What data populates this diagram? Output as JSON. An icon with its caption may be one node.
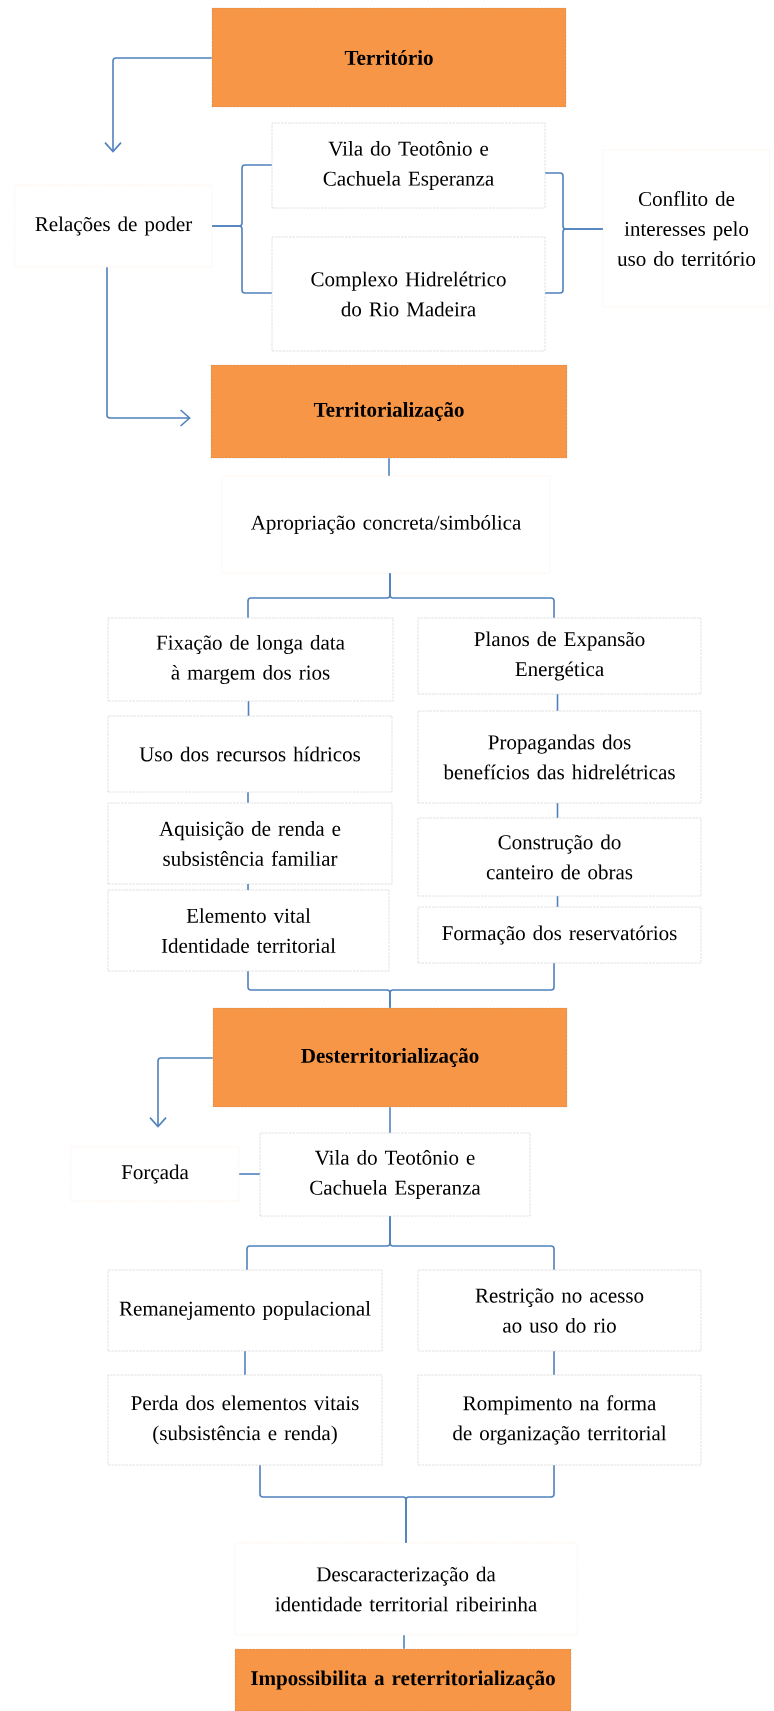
{
  "diagram": {
    "nodes": [
      {
        "text": [
          "Território"
        ]
      },
      {
        "text": [
          "Relações de poder"
        ]
      },
      {
        "text": [
          "Vila do Teotônio e Cachuela Esperanza"
        ]
      },
      {
        "text": [
          "Complexo Hidrelétrico do Rio Madeira"
        ]
      },
      {
        "text": [
          "Conflito de interesses pelo uso do território"
        ]
      },
      {
        "text": [
          "Territorialização"
        ]
      },
      {
        "text": [
          "Apropriação concreta/simbólica"
        ]
      },
      {
        "text": [
          "Fixação de longa data à margem dos rios"
        ]
      },
      {
        "text": [
          "Uso dos recursos hídricos"
        ]
      },
      {
        "text": [
          "Aquisição de renda e subsistência familiar"
        ]
      },
      {
        "text": [
          "Elemento vital Identidade territorial"
        ]
      },
      {
        "text": [
          "Planos de Expansão Energética"
        ]
      },
      {
        "text": [
          "Propagandas dos benefícios das hidrelétricas"
        ]
      },
      {
        "text": [
          "Construção do canteiro de obras"
        ]
      },
      {
        "text": [
          "Formação dos reservatórios"
        ]
      },
      {
        "text": [
          "Desterritorialização"
        ]
      },
      {
        "text": [
          "Forçada"
        ]
      },
      {
        "text": [
          "Vila do Teotônio e Cachuela Esperanza"
        ]
      },
      {
        "text": [
          "Remanejamento populacional"
        ]
      },
      {
        "text": [
          "Restrição no acesso ao uso do rio"
        ]
      },
      {
        "text": [
          "Perda dos elementos vitais (subsistência e renda)"
        ]
      },
      {
        "text": [
          "Rompimento na forma de organização territorial"
        ]
      },
      {
        "text": [
          "Descaracterização da identidade territorial ribeirinha"
        ]
      },
      {
        "text": [
          "Impossibilita a reterritorialização"
        ]
      }
    ],
    "edges": [
      {
        "from": 0,
        "to": 1,
        "arrow": "to"
      },
      {
        "from": 1,
        "to": 2,
        "arrow": "none"
      },
      {
        "from": 1,
        "to": 3,
        "arrow": "none"
      },
      {
        "from": 2,
        "to": 4,
        "arrow": "none"
      },
      {
        "from": 3,
        "to": 4,
        "arrow": "none"
      },
      {
        "from": 1,
        "to": 5,
        "arrow": "to"
      },
      {
        "from": 5,
        "to": 6,
        "arrow": "none"
      },
      {
        "from": 6,
        "to": 7,
        "arrow": "none"
      },
      {
        "from": 6,
        "to": 11,
        "arrow": "none"
      },
      {
        "from": 7,
        "to": 8,
        "arrow": "none"
      },
      {
        "from": 8,
        "to": 9,
        "arrow": "none"
      },
      {
        "from": 9,
        "to": 10,
        "arrow": "none"
      },
      {
        "from": 11,
        "to": 12,
        "arrow": "none"
      },
      {
        "from": 12,
        "to": 13,
        "arrow": "none"
      },
      {
        "from": 13,
        "to": 14,
        "arrow": "none"
      },
      {
        "from": 10,
        "to": 15,
        "arrow": "none"
      },
      {
        "from": 14,
        "to": 15,
        "arrow": "none"
      },
      {
        "from": 15,
        "to": 16,
        "arrow": "to"
      },
      {
        "from": 15,
        "to": 17,
        "arrow": "none"
      },
      {
        "from": 16,
        "to": 17,
        "arrow": "none"
      },
      {
        "from": 17,
        "to": 18,
        "arrow": "none"
      },
      {
        "from": 17,
        "to": 19,
        "arrow": "none"
      },
      {
        "from": 18,
        "to": 20,
        "arrow": "none"
      },
      {
        "from": 19,
        "to": 21,
        "arrow": "none"
      },
      {
        "from": 20,
        "to": 22,
        "arrow": "none"
      },
      {
        "from": 21,
        "to": 22,
        "arrow": "none"
      },
      {
        "from": 22,
        "to": 23,
        "arrow": "none"
      }
    ]
  }
}
